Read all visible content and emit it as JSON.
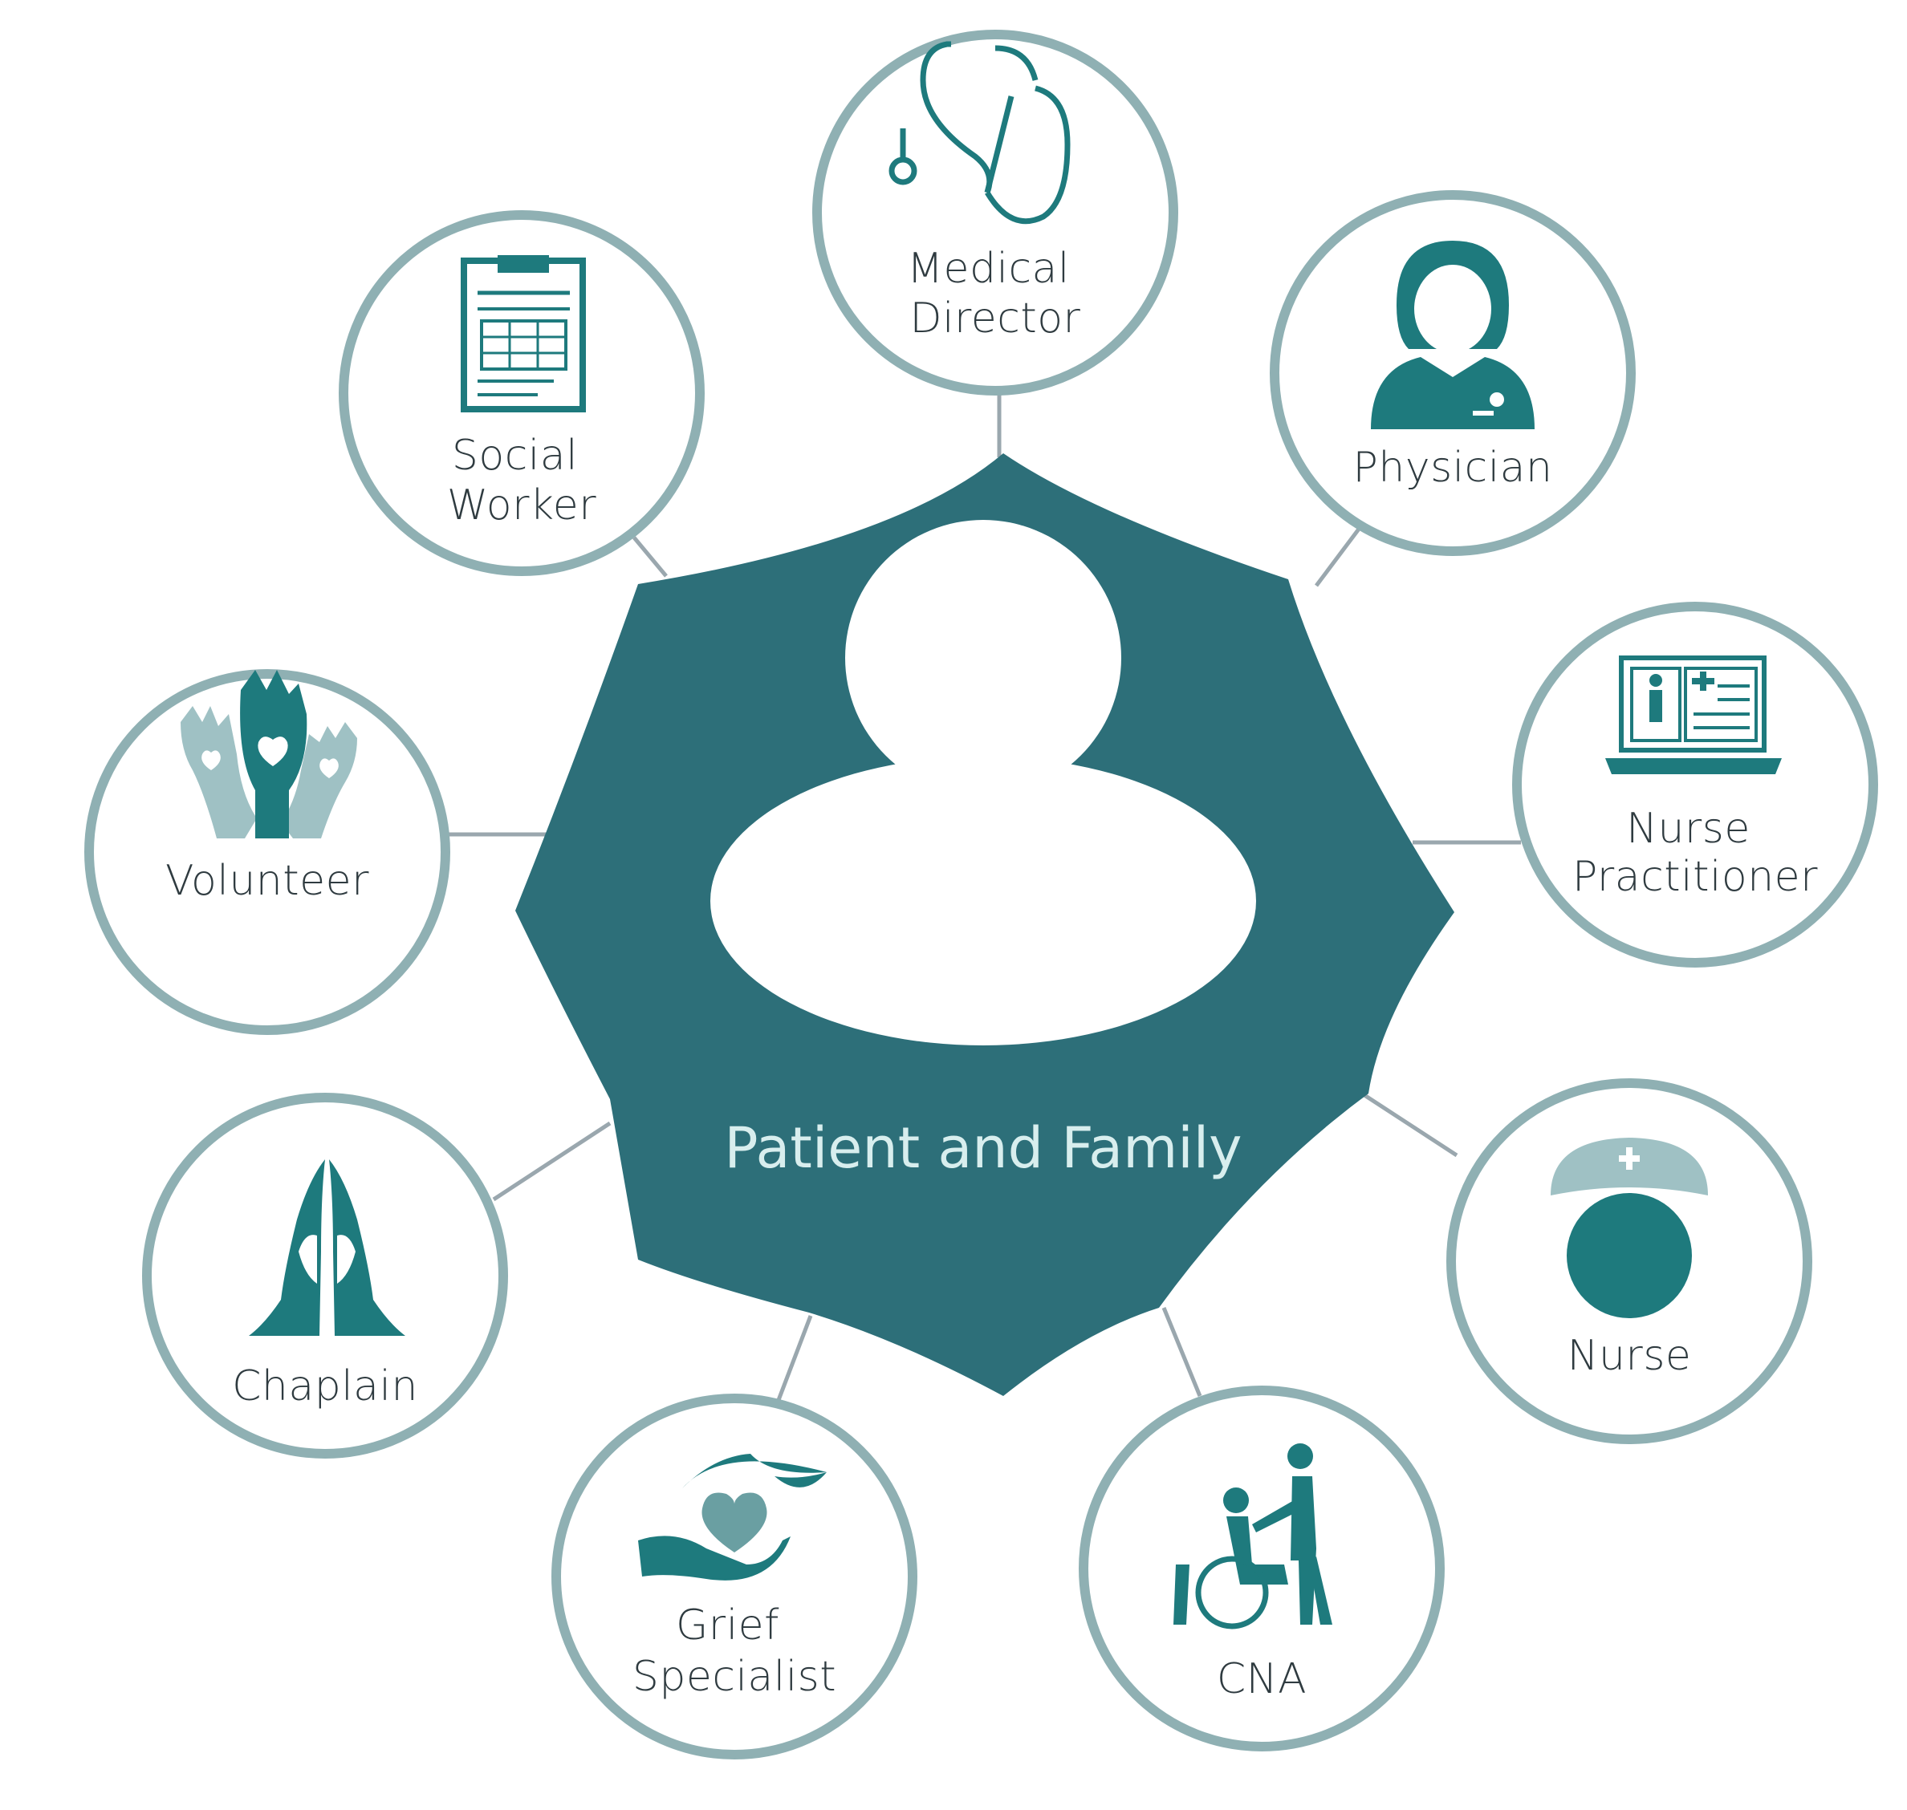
{
  "center": {
    "label": "Patient and Family",
    "icon": "person-icon"
  },
  "colors": {
    "hub": "#2d6f79",
    "icon": "#1e7a7d",
    "ring": "#8fb0b3",
    "connector": "#9aa7ae",
    "label_text": "#2f3b40",
    "hub_text": "#d8eeee"
  },
  "nodes": [
    {
      "id": "medical-director",
      "lines": [
        "Medical",
        "Director"
      ],
      "icon": "stethoscope-icon"
    },
    {
      "id": "physician",
      "lines": [
        "Physician"
      ],
      "icon": "doctor-icon"
    },
    {
      "id": "nurse-practitioner",
      "lines": [
        "Nurse",
        "Practitioner"
      ],
      "icon": "laptop-chart-icon"
    },
    {
      "id": "nurse",
      "lines": [
        "Nurse"
      ],
      "icon": "nurse-cap-icon"
    },
    {
      "id": "cna",
      "lines": [
        "CNA"
      ],
      "icon": "wheelchair-assist-icon"
    },
    {
      "id": "grief-specialist",
      "lines": [
        "Grief",
        "Specialist"
      ],
      "icon": "heart-hands-icon"
    },
    {
      "id": "chaplain",
      "lines": [
        "Chaplain"
      ],
      "icon": "praying-hands-icon"
    },
    {
      "id": "volunteer",
      "lines": [
        "Volunteer"
      ],
      "icon": "raised-hands-icon"
    },
    {
      "id": "social-worker",
      "lines": [
        "Social",
        "Worker"
      ],
      "icon": "clipboard-icon"
    }
  ]
}
